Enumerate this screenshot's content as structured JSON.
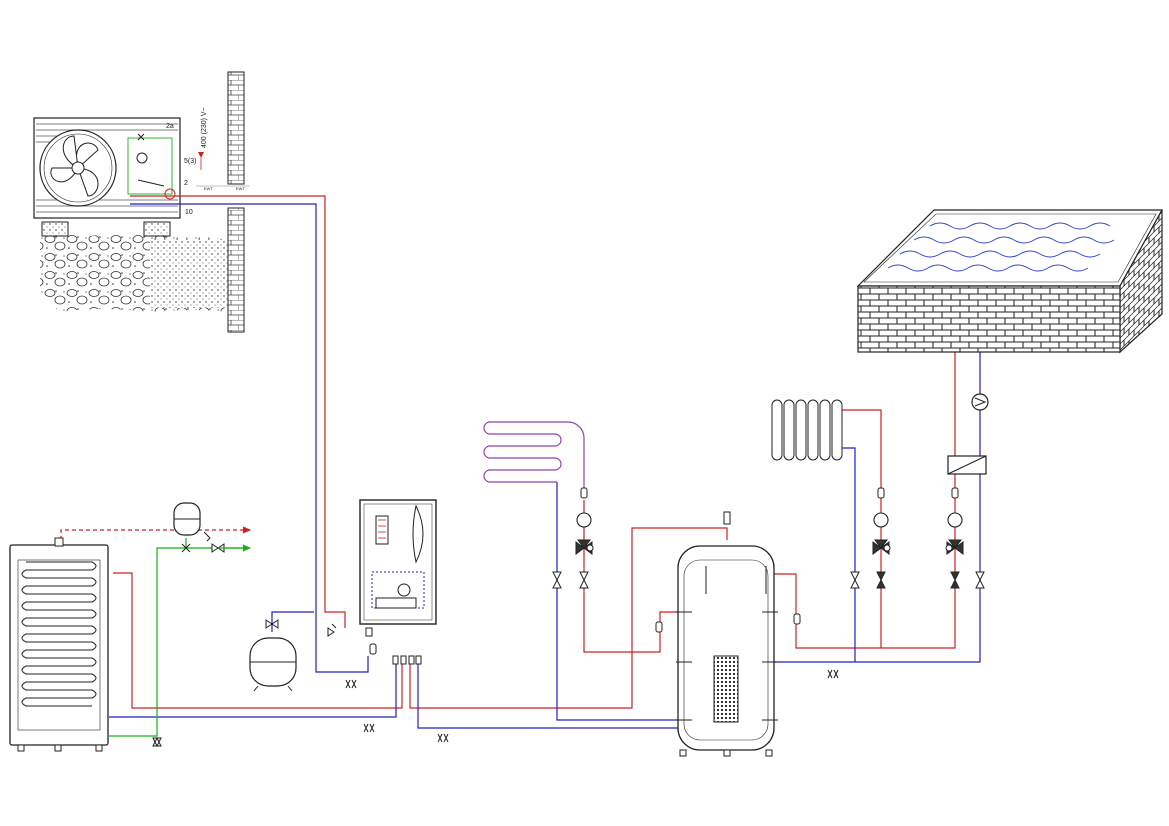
{
  "colors": {
    "supply": "#d02020",
    "return": "#2020c0",
    "cold_water": "#18b018",
    "floor_loop": "#9040b0",
    "water_wave": "#3040d0",
    "outline": "#222222"
  },
  "outdoor_unit": {
    "label_a": "2a",
    "power_label": "400 (230) V~",
    "terminal_labels": [
      "5(3)",
      "2",
      "10"
    ]
  },
  "wall": {
    "marks": [
      "EWT",
      "EWT"
    ]
  },
  "icons": [
    "fan-icon",
    "pump-icon",
    "valve-icon",
    "mixing-valve-icon",
    "heat-exchanger-icon",
    "expansion-vessel-icon",
    "radiator-icon",
    "safety-valve-icon"
  ]
}
